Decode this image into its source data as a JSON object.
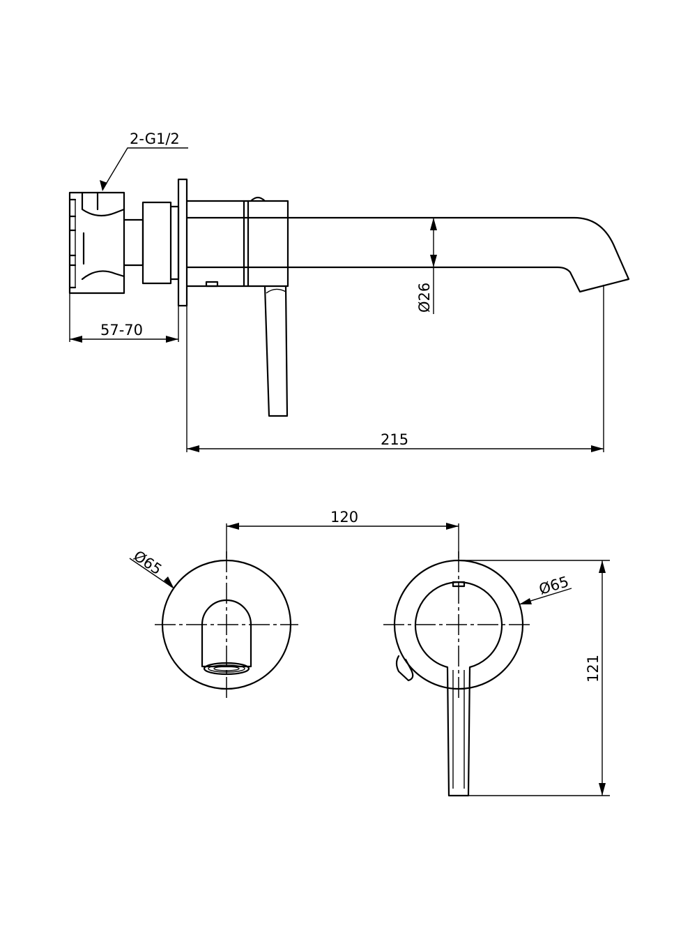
{
  "colors": {
    "line": "#000000",
    "background": "#ffffff"
  },
  "dimensions": {
    "thread": "2-G1/2",
    "wall_depth": "57-70",
    "spout_diameter": "Ø26",
    "spout_length": "215",
    "center_distance": "120",
    "spout_plate_diameter": "Ø65",
    "handle_plate_diameter": "Ø65",
    "overall_height": "121"
  }
}
